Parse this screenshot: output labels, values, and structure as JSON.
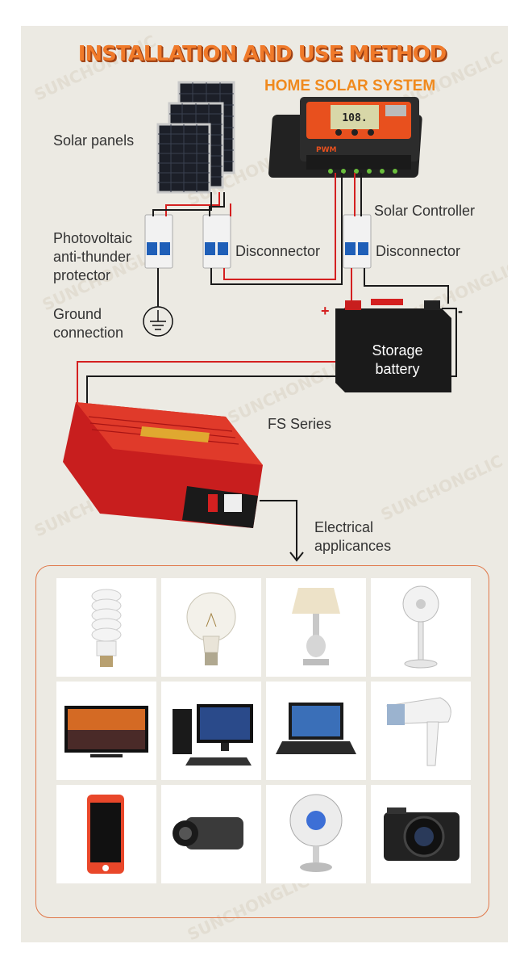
{
  "title": "INSTALLATION AND USE METHOD",
  "subtitle": "HOME SOLAR SYSTEM",
  "labels": {
    "solar_panels": "Solar panels",
    "solar_controller": "Solar Controller",
    "pv_protector": [
      "Photovoltaic",
      "anti-thunder",
      "protector"
    ],
    "disconnector_1": "Disconnector",
    "disconnector_2": "Disconnector",
    "ground": [
      "Ground",
      "connection"
    ],
    "battery": [
      "Storage",
      "battery"
    ],
    "plus": "+",
    "minus": "-",
    "series": "FS Series",
    "appliances": [
      "Electrical",
      "applicances"
    ]
  },
  "controller_display": "108.",
  "controller_brand": "PWM",
  "watermark": "SUNCHONGLIC",
  "appliances": [
    "cfl-bulb",
    "incandescent-bulb",
    "table-lamp",
    "standing-fan",
    "flat-tv",
    "desktop-computer",
    "laptop",
    "hair-dryer",
    "smartphone",
    "camcorder",
    "desk-fan",
    "compact-camera"
  ],
  "colors": {
    "title": "#f07a2a",
    "subtitle": "#f08a1e",
    "wire_red": "#d42020",
    "wire_black": "#1a1a1a",
    "inverter_red": "#c81e1e",
    "frame": "#e0784a"
  }
}
